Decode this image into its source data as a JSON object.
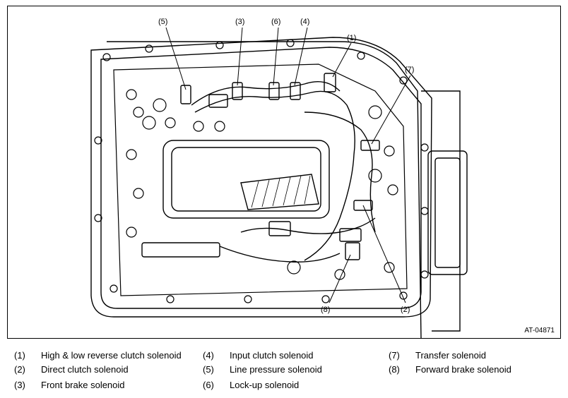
{
  "figure_id": "AT-04871",
  "callouts": {
    "c1": "(1)",
    "c2": "(2)",
    "c3": "(3)",
    "c4": "(4)",
    "c5": "(5)",
    "c6": "(6)",
    "c7": "(7)",
    "c8": "(8)"
  },
  "legend": [
    {
      "num": "(1)",
      "label": "High & low reverse clutch solenoid"
    },
    {
      "num": "(2)",
      "label": "Direct clutch solenoid"
    },
    {
      "num": "(3)",
      "label": "Front brake solenoid"
    },
    {
      "num": "(4)",
      "label": "Input clutch solenoid"
    },
    {
      "num": "(5)",
      "label": "Line pressure solenoid"
    },
    {
      "num": "(6)",
      "label": "Lock-up solenoid"
    },
    {
      "num": "(7)",
      "label": "Transfer solenoid"
    },
    {
      "num": "(8)",
      "label": "Forward brake solenoid"
    }
  ]
}
